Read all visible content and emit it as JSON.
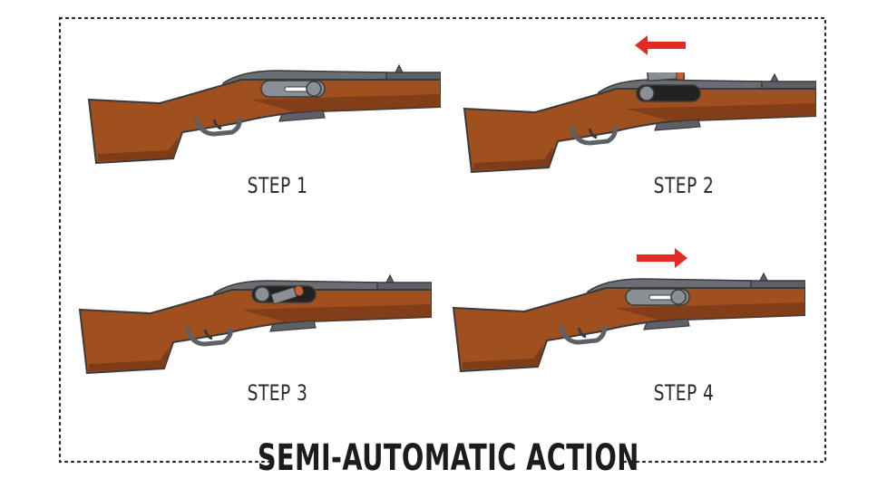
{
  "title": "SEMI-AUTOMATIC ACTION",
  "colors": {
    "stock": "#a0501f",
    "stock_shade": "#7a3a16",
    "metal": "#5d6066",
    "metal_light": "#8a8e95",
    "outline": "#3a3a3a",
    "arrow": "#e32b24",
    "casing": "#8b8e93",
    "bullet_tip": "#c9602c"
  },
  "steps": [
    {
      "label": "STEP 1",
      "state": "bolt-closed",
      "arrow": "none"
    },
    {
      "label": "STEP 2",
      "state": "bolt-open-ejecting",
      "arrow": "left"
    },
    {
      "label": "STEP 3",
      "state": "bolt-open-loading",
      "arrow": "none"
    },
    {
      "label": "STEP 4",
      "state": "bolt-closed",
      "arrow": "right"
    }
  ]
}
